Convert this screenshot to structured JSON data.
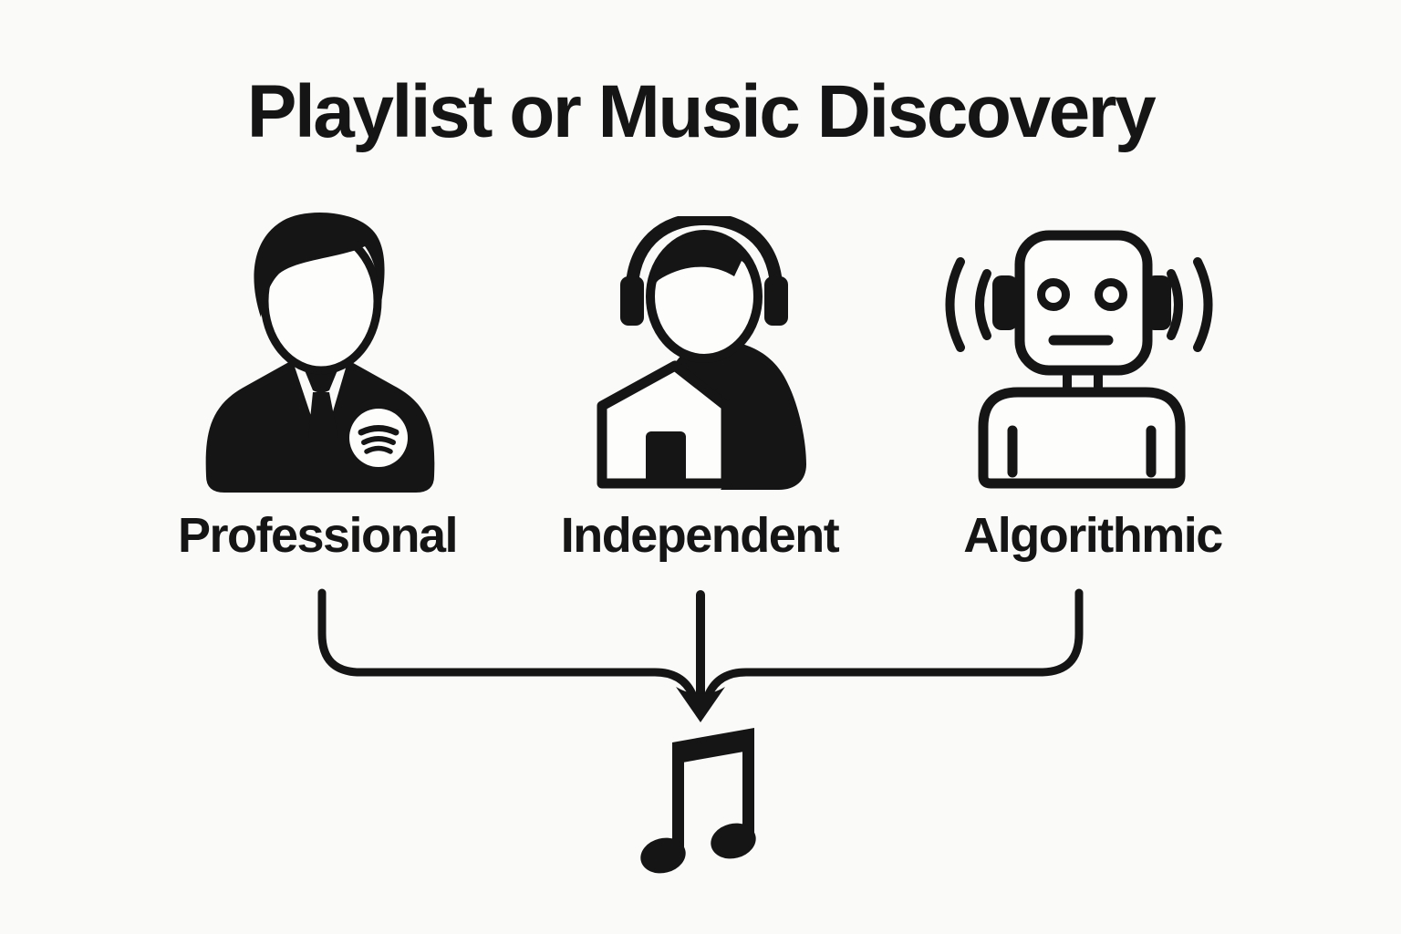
{
  "title": "Playlist or Music Discovery",
  "colors": {
    "background": "#fafaf9",
    "ink": "#151515"
  },
  "sources": [
    {
      "label": "Professional",
      "icon": "professional-curator-icon",
      "description_glyph": "suited person with spotify badge"
    },
    {
      "label": "Independent",
      "icon": "independent-curator-icon",
      "description_glyph": "person with headphones and house"
    },
    {
      "label": "Algorithmic",
      "icon": "algorithmic-curator-icon",
      "description_glyph": "robot with sound waves"
    }
  ],
  "flow": {
    "merge_icon": "merge-arrow-icon",
    "result_icon": "music-note-icon"
  }
}
